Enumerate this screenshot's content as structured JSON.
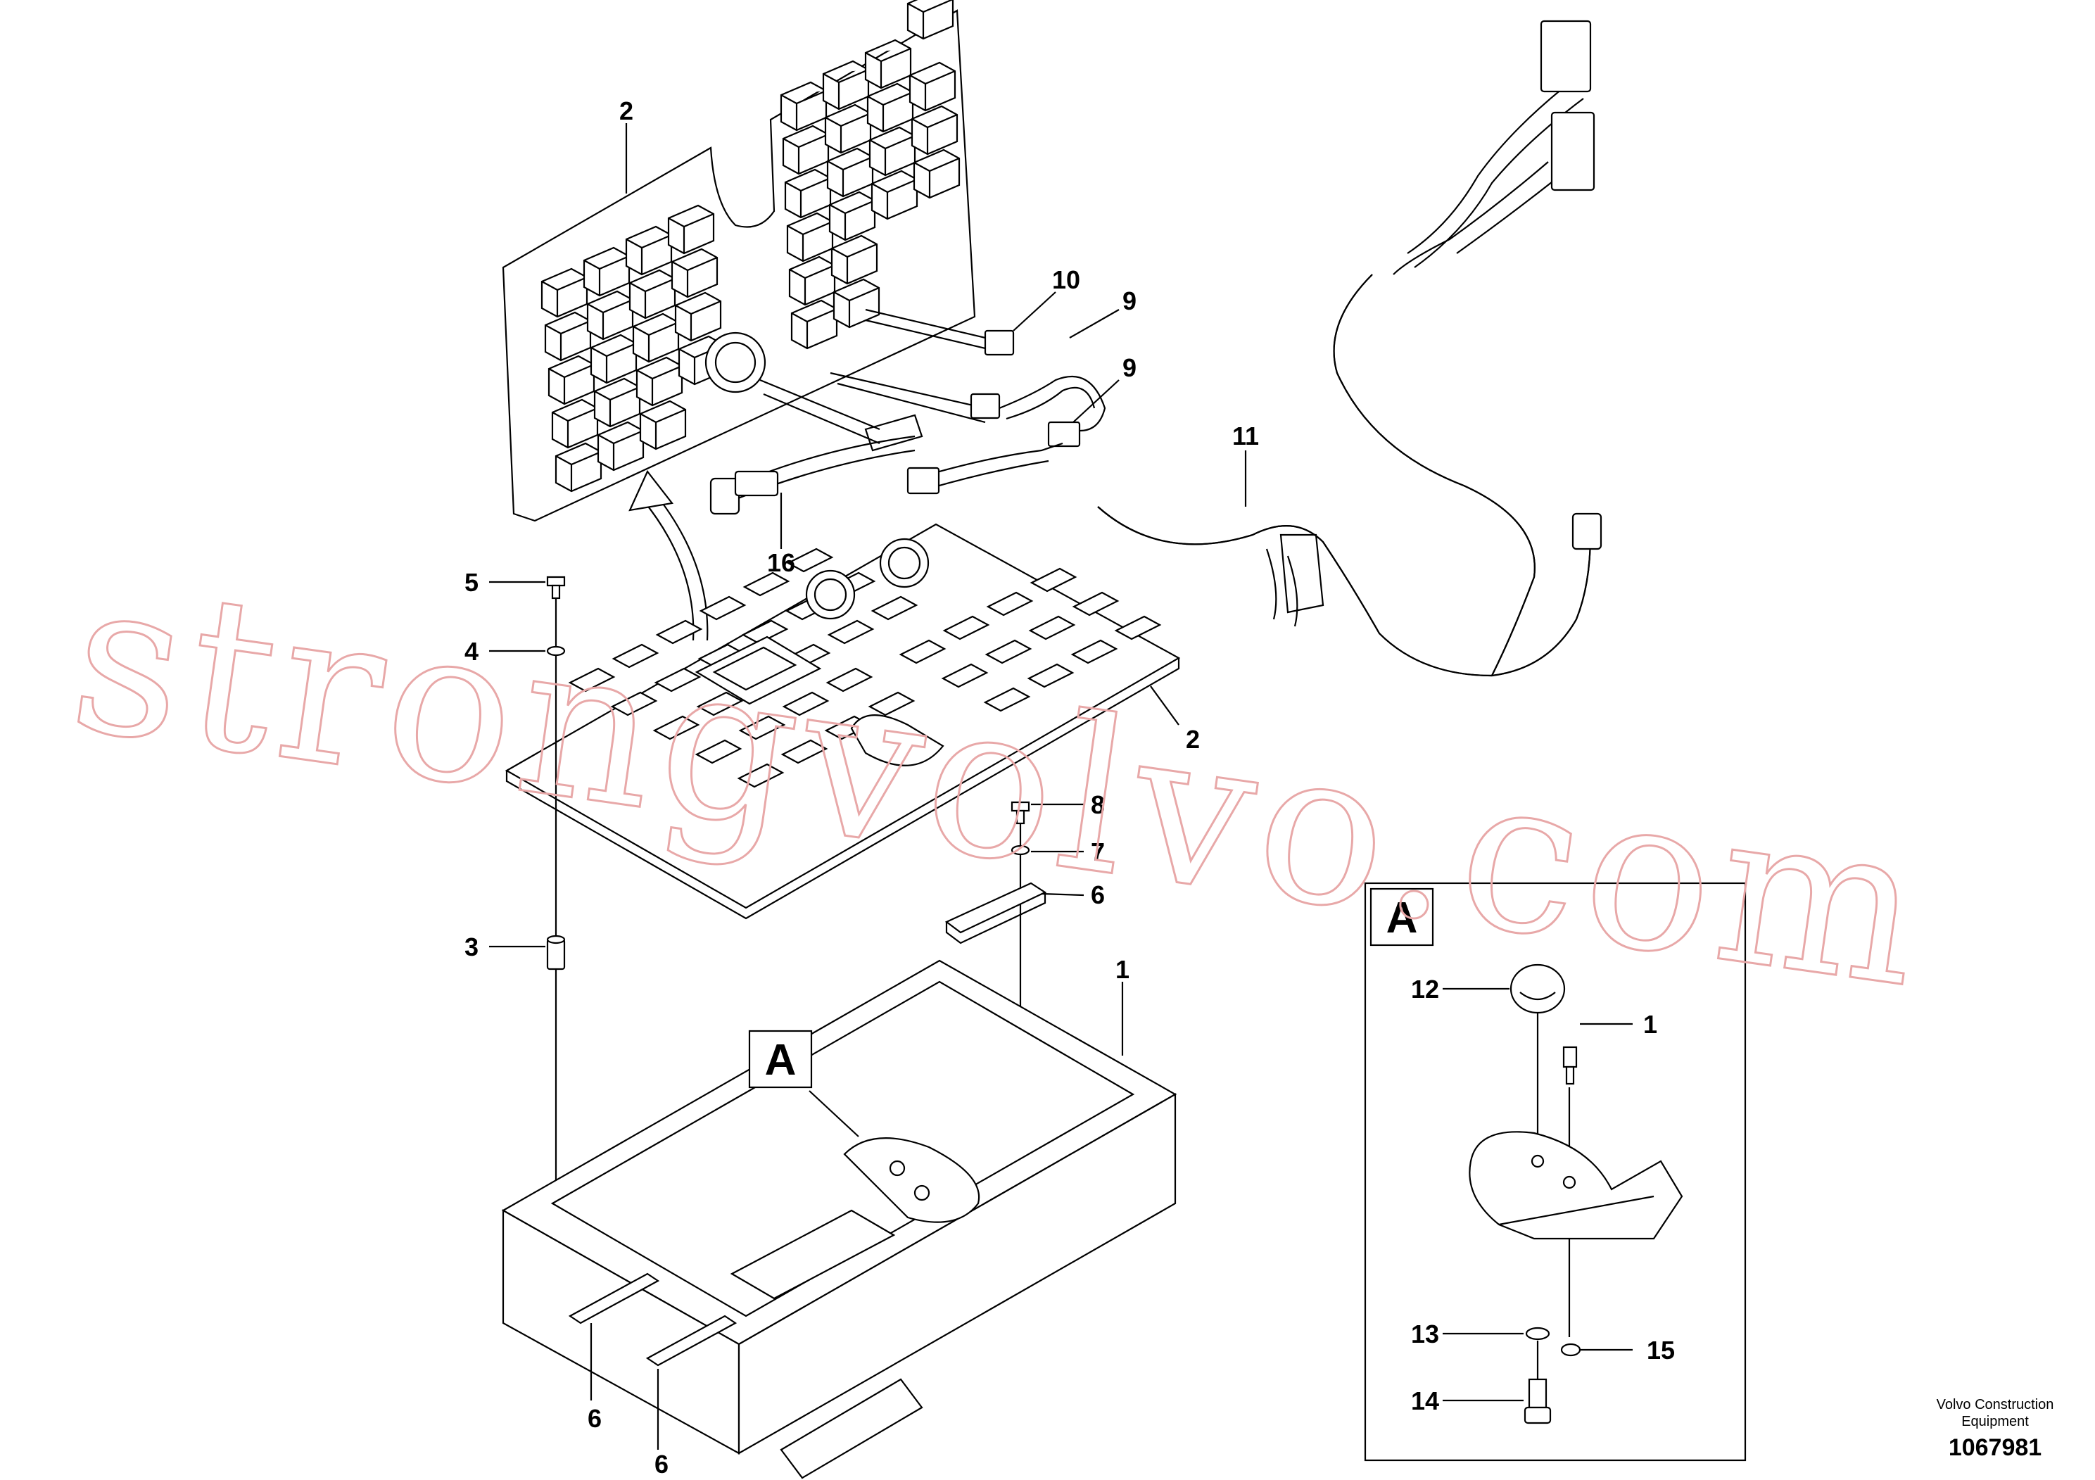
{
  "watermark": "strongvolvo.com",
  "callouts": [
    {
      "id": "c2a",
      "label": "2"
    },
    {
      "id": "c10",
      "label": "10"
    },
    {
      "id": "c9a",
      "label": "9"
    },
    {
      "id": "c9b",
      "label": "9"
    },
    {
      "id": "c11",
      "label": "11"
    },
    {
      "id": "c16",
      "label": "16"
    },
    {
      "id": "c5",
      "label": "5"
    },
    {
      "id": "c4",
      "label": "4"
    },
    {
      "id": "c2b",
      "label": "2"
    },
    {
      "id": "c8",
      "label": "8"
    },
    {
      "id": "c7",
      "label": "7"
    },
    {
      "id": "c6a",
      "label": "6"
    },
    {
      "id": "c3",
      "label": "3"
    },
    {
      "id": "c1a",
      "label": "1"
    },
    {
      "id": "c6b",
      "label": "6"
    },
    {
      "id": "c6c",
      "label": "6"
    },
    {
      "id": "c12",
      "label": "12"
    },
    {
      "id": "c1b",
      "label": "1"
    },
    {
      "id": "c13",
      "label": "13"
    },
    {
      "id": "c15",
      "label": "15"
    },
    {
      "id": "c14",
      "label": "14"
    }
  ],
  "detail_tag": "A",
  "detail_box_label": "A",
  "credit": {
    "line1": "Volvo Construction",
    "line2": "Equipment"
  },
  "doc_number": "1067981"
}
